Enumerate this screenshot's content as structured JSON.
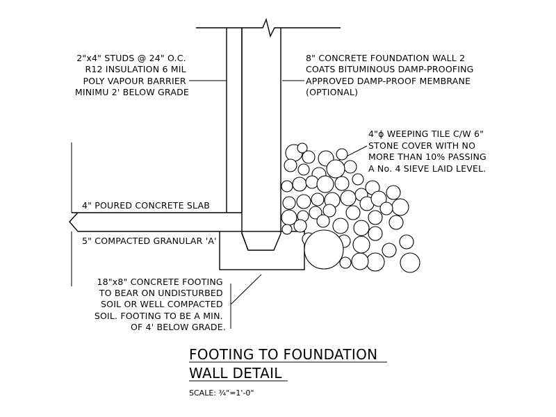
{
  "notes": {
    "studs": [
      "2\"x4\" STUDS @ 24\" O.C.",
      "R12 INSULATION 6 MIL",
      "POLY VAPOUR BARRIER",
      "MINIMU 2' BELOW GRADE"
    ],
    "foundation": [
      "8\" CONCRETE FOUNDATION WALL 2",
      "COATS BITUMINOUS DAMP-PROOFING",
      "APPROVED DAMP-PROOF MEMBRANE",
      "(OPTIONAL)"
    ],
    "weeping": [
      "4\"ϕ WEEPING TILE C/W 6\"",
      "STONE COVER WITH NO",
      "MORE THAN 10% PASSING",
      "A No. 4 SIEVE LAID LEVEL."
    ],
    "slab": "4\" POURED CONCRETE SLAB",
    "granular": "5\" COMPACTED GRANULAR 'A'",
    "footing": [
      "18\"x8\" CONCRETE FOOTING",
      "TO BEAR ON UNDISTURBED",
      "SOIL OR WELL COMPACTED",
      "SOIL. FOOTING TO BE A MIN.",
      "OF 4' BELOW GRADE."
    ]
  },
  "title": {
    "line1": "FOOTING TO FOUNDATION",
    "line2": "WALL DETAIL"
  },
  "scale": {
    "label": "SCALE: ",
    "value": "¾\"=1'-0\""
  }
}
